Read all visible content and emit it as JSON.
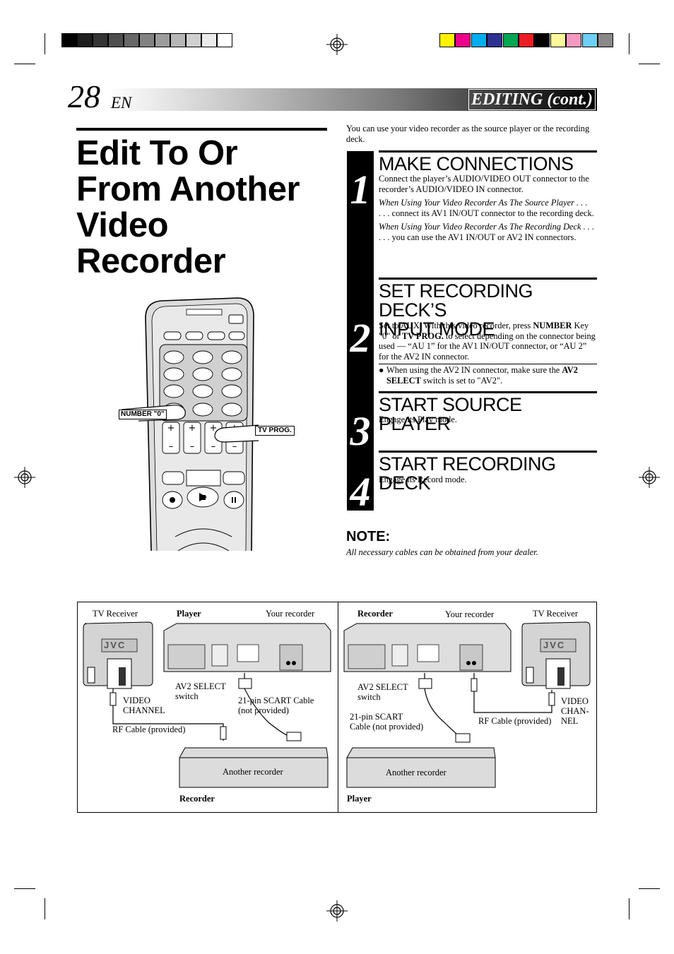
{
  "header": {
    "page_number": "28",
    "page_suffix": "EN",
    "section": "EDITING (cont.)"
  },
  "title": {
    "line1": "Edit To Or",
    "line2": "From Another",
    "line3": "Video",
    "line4": "Recorder"
  },
  "intro": "You can use your video recorder as the source player or the recording deck.",
  "steps": [
    {
      "number": "1",
      "heading": "MAKE CONNECTIONS",
      "p1": "Connect the player’s AUDIO/VIDEO OUT connector to the recorder’s AUDIO/VIDEO IN connector.",
      "p2": "When Using Your Video Recorder As The Source Player . . .",
      "p3": ". . . connect its AV1 IN/OUT connector to the recording deck.",
      "p4": "When Using Your Video Recorder As The Recording Deck . . .",
      "p5": ". . . you can use the AV1 IN/OUT or AV2 IN connectors."
    },
    {
      "number": "2",
      "heading_line1": "SET RECORDING DECK’S",
      "heading_line2": "INPUT MODE",
      "p1a": "Set to AUX. With this video recorder, press ",
      "p1b": "NUMBER",
      "p1c": " Key \"0\" or ",
      "p1d": "TV PROG.",
      "p1e": " to select depending on the connector being used — “AU 1” for the AV1 IN/OUT connector, or “AU 2” for the AV2 IN connector.",
      "bullet_a": "When using the AV2 IN connector, make sure the ",
      "bullet_b": "AV2 SELECT",
      "bullet_c": " switch is set to \"AV2\"."
    },
    {
      "number": "3",
      "heading": "START SOURCE PLAYER",
      "p1": "Engage its Play mode."
    },
    {
      "number": "4",
      "heading": "START RECORDING DECK",
      "p1": "Engage its Record mode."
    }
  ],
  "note": {
    "heading": "NOTE:",
    "text": "All necessary cables can be obtained from your dealer."
  },
  "remote": {
    "label_number": "NUMBER \"0\"",
    "label_tvprog": "TV PROG."
  },
  "diagram_left": {
    "tv_receiver": "TV Receiver",
    "player": "Player",
    "your_recorder": "Your recorder",
    "av2_select_1": "AV2 SELECT",
    "av2_select_2": "switch",
    "video_1": "VIDEO",
    "video_2": "CHANNEL",
    "scart_1": "21-pin SCART Cable",
    "scart_2": "(not provided)",
    "rf": "RF Cable (provided)",
    "another": "Another recorder",
    "recorder": "Recorder",
    "brand": "JVC"
  },
  "diagram_right": {
    "recorder": "Recorder",
    "your_recorder": "Your recorder",
    "tv_receiver": "TV Receiver",
    "av2_select_1": "AV2 SELECT",
    "av2_select_2": "switch",
    "video_1": "VIDEO",
    "video_2": "CHAN-",
    "video_3": "NEL",
    "scart_1": "21-pin SCART",
    "scart_2": "Cable (not provided)",
    "rf": "RF Cable (provided)",
    "another": "Another recorder",
    "player": "Player",
    "brand": "JVC"
  },
  "colors": {
    "gray_bar": [
      "#000000",
      "#1e1e1e",
      "#343434",
      "#4e4e4e",
      "#686868",
      "#828282",
      "#9c9c9c",
      "#b6b6b6",
      "#d0d0d0",
      "#ebebeb",
      "#ffffff"
    ],
    "color_bar": [
      "#fff200",
      "#ec008c",
      "#00aeef",
      "#2e3192",
      "#00a651",
      "#ed1c24",
      "#000000",
      "#fff799",
      "#f49ac1",
      "#6dcff6",
      "#898989"
    ]
  }
}
